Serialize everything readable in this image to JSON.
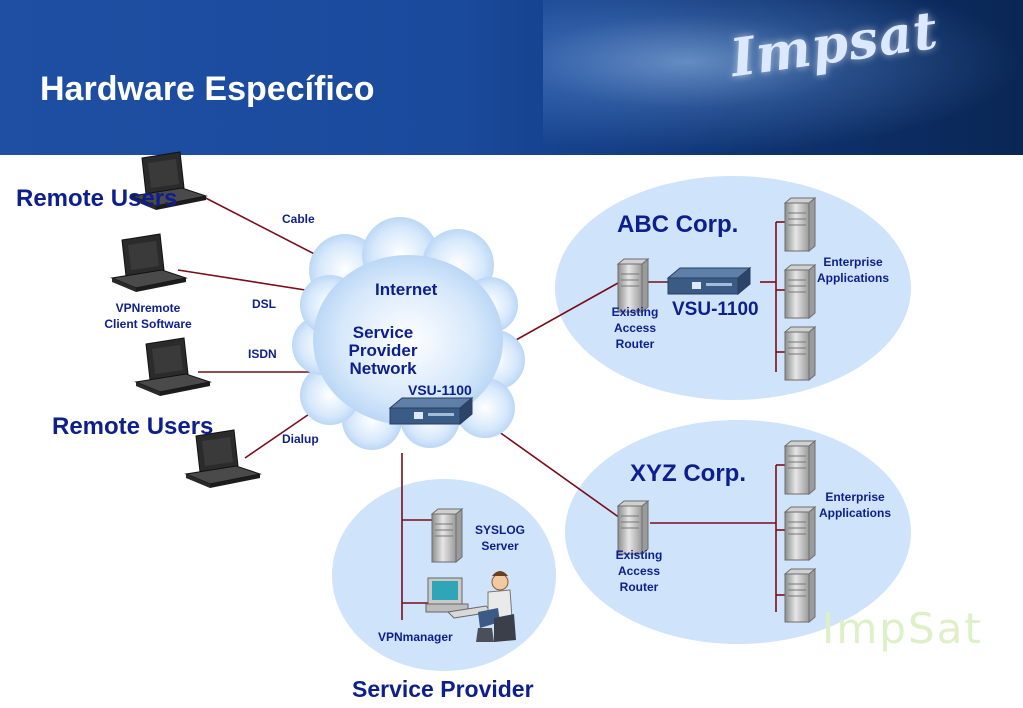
{
  "slide": {
    "title": "Hardware Específico",
    "logo": "Impsat",
    "logo_watermark": "ImpSat"
  },
  "diagram": {
    "remote_users_top": "Remote Users",
    "remote_users_bottom": "Remote Users",
    "client_software": "VPNremote Client Software",
    "links": {
      "cable": "Cable",
      "dsl": "DSL",
      "isdn": "ISDN",
      "dialup": "Dialup"
    },
    "cloud": {
      "internet": "Internet",
      "service_provider_network": "Service Provider Network",
      "vsu": "VSU-1100"
    },
    "abc": {
      "name": "ABC Corp.",
      "vsu": "VSU-1100",
      "router": "Existing Access Router",
      "apps": "Enterprise Applications"
    },
    "xyz": {
      "name": "XYZ Corp.",
      "router": "Existing Access Router",
      "apps": "Enterprise Applications"
    },
    "provider": {
      "syslog": "SYSLOG Server",
      "manager": "VPNmanager",
      "name": "Service Provider"
    }
  },
  "colors": {
    "header": "#1f4fa2",
    "label": "#0d1f8c",
    "ellipse": "#cfe3fa",
    "link": "#7a0d1a"
  }
}
